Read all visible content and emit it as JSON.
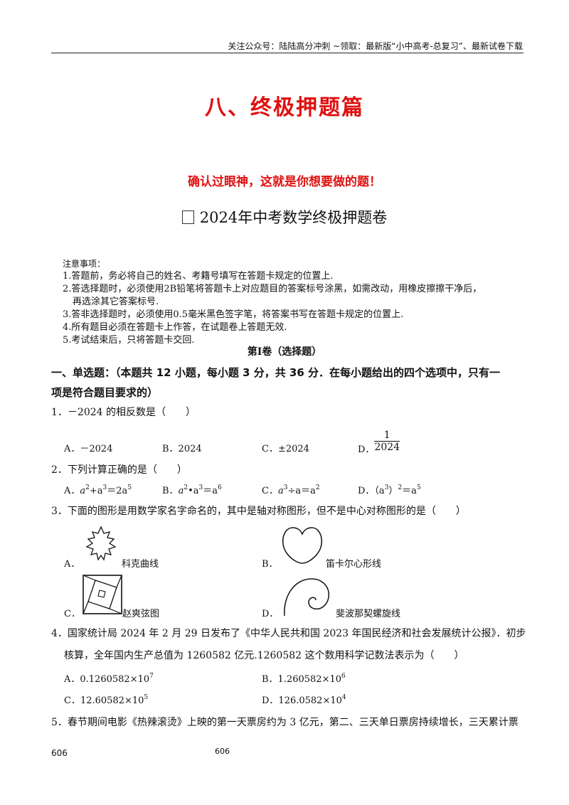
{
  "header": {
    "text": "关注公众号：陆陆高分冲刺 ~领取：最新版“小中高考-总复习”、最新试卷下载"
  },
  "titles": {
    "main": "八、终极押题篇",
    "sub": "确认过眼神，这就是你想要做的题！",
    "paper": "2024年中考数学终极押题卷"
  },
  "notes": {
    "heading": "注意事项：",
    "items": [
      "1.答题前，务必将自己的姓名、考籍号填写在答题卡规定的位置上.",
      "2.答选择题时，必须使用2B铅笔将答题卡上对应题目的答案标号涂黑，如需改动，用橡皮擦擦干净后，",
      "再选涂其它答案标号.",
      "3.答非选择题时，必须使用0.5毫米黑色签字笔，将答案书写在答题卡规定的位置上.",
      "4.所有题目必须在答题卡上作答，在试题卷上答题无效.",
      "5.考试结束后，只将答题卡交回."
    ]
  },
  "part": {
    "title": "第I卷（选择题）"
  },
  "section": {
    "line1": "一、单选题：（本题共 12 小题，每小题 3 分，共 36 分．在每小题给出的四个选项中，只有一",
    "line2": "项是符合题目要求的）"
  },
  "q1": {
    "stem": "1．－2024 的相反数是（　　）",
    "a": "A．－2024",
    "b": "B．2024",
    "c": "C．±2024",
    "d": "D．",
    "d_num": "1",
    "d_den": "2024"
  },
  "q2": {
    "stem": "2．下列计算正确的是（　　）",
    "a_pre": "A．",
    "a_body": "a",
    "a_e1": "2",
    "a_mid": "+a",
    "a_e2": "3",
    "a_eq": "＝2a",
    "a_e3": "5",
    "b_pre": "B．",
    "b_body": "a",
    "b_e1": "2",
    "b_mid": "•a",
    "b_e2": "3",
    "b_eq": "＝a",
    "b_e3": "6",
    "c_pre": "C．",
    "c_body": "a",
    "c_e1": "3",
    "c_mid": "÷a＝a",
    "c_e2": "2",
    "d_pre": "D．（a",
    "d_e1": "3",
    "d_mid": "）",
    "d_e2": "2",
    "d_eq": "＝a",
    "d_e3": "5"
  },
  "q3": {
    "stem": "3．下面的图形是用数学家名字命名的，其中是轴对称图形，但不是中心对称图形的是（　　）",
    "a_letter": "A．",
    "a_label": "科克曲线",
    "b_letter": "B．",
    "b_label": "笛卡尔心形线",
    "c_letter": "C．",
    "c_label": "赵爽弦图",
    "d_letter": "D．",
    "d_label": "斐波那契螺旋线"
  },
  "q4": {
    "line1": "4．国家统计局 2024 年 2 月 29 日发布了《中华人民共和国 2023 年国民经济和社会发展统计公报》．初步",
    "line2": "核算，全年国内生产总值为 1260582 亿元.1260582 这个数用科学记数法表示为（　　）",
    "a": "A．0.1260582×10",
    "a_exp": "7",
    "b": "B．1.260582×10",
    "b_exp": "6",
    "c": "C．12.60582×10",
    "c_exp": "5",
    "d": "D．126.0582×10",
    "d_exp": "4"
  },
  "q5": {
    "line1": "5．春节期间电影《热辣滚烫》上映的第一天票房约为 3 亿元，第二、三天单日票房持续增长，三天累计票"
  },
  "footer": {
    "left": "606",
    "center": "606"
  }
}
